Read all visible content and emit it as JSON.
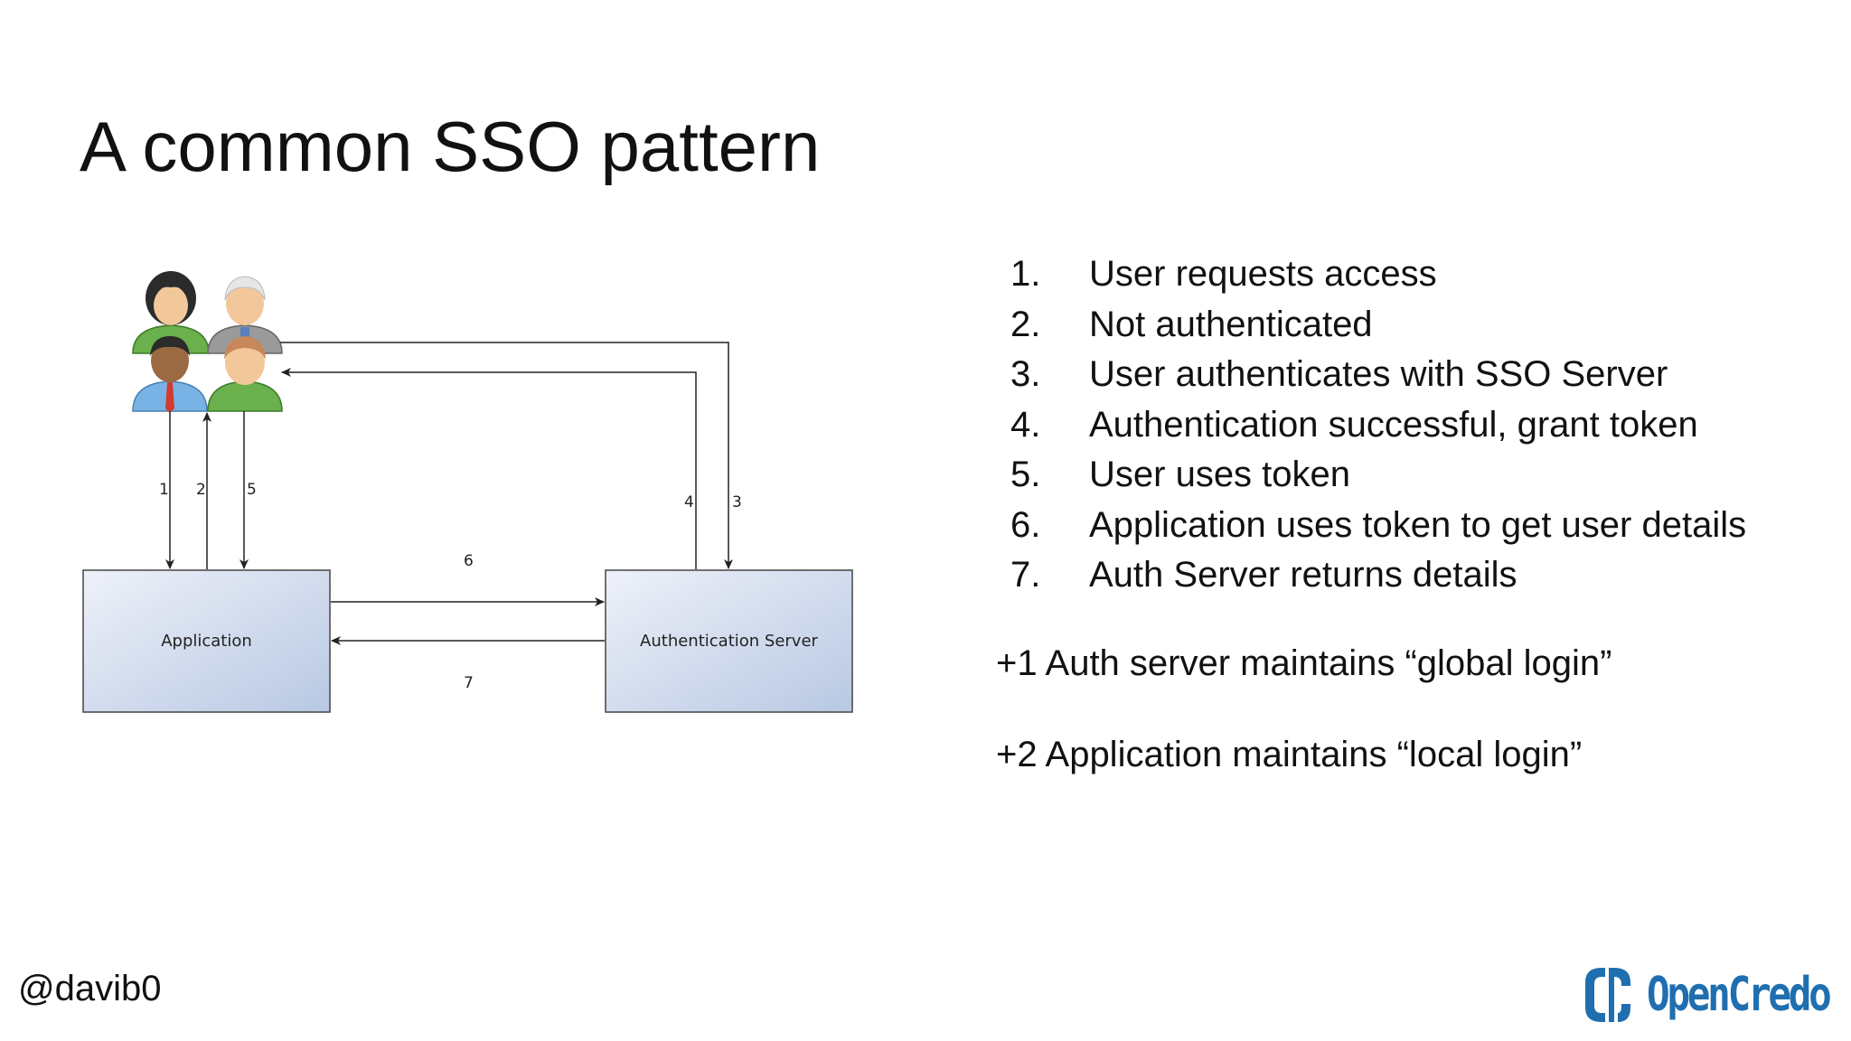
{
  "slide": {
    "title": "A common SSO pattern",
    "handle": "@davib0"
  },
  "colors": {
    "text": "#111111",
    "box_fill_start": "#eef1f9",
    "box_fill_end": "#b8c8e3",
    "box_stroke": "#444444",
    "logo": "#1f6fb0"
  },
  "diagram": {
    "icons": [
      "woman-user-icon",
      "elderly-user-icon",
      "man-user-icon",
      "young-user-icon"
    ],
    "nodes": {
      "application": "Application",
      "auth_server": "Authentication Server"
    },
    "arrow_labels": {
      "a1": "1",
      "a2": "2",
      "a5": "5",
      "a4": "4",
      "a3": "3",
      "a6": "6",
      "a7": "7"
    }
  },
  "steps": [
    {
      "num": "1.",
      "text": "User requests access"
    },
    {
      "num": "2.",
      "text": "Not authenticated"
    },
    {
      "num": "3.",
      "text": "User authenticates with SSO Server"
    },
    {
      "num": "4.",
      "text": "Authentication successful, grant token"
    },
    {
      "num": "5.",
      "text": "User uses token"
    },
    {
      "num": "6.",
      "text": "Application uses token to get user details"
    },
    {
      "num": "7.",
      "text": "Auth Server returns details"
    }
  ],
  "notes": {
    "global": "+1 Auth server maintains “global login”",
    "local": "+2 Application maintains “local login”"
  },
  "logo": {
    "icon": "opencredo-logo-icon",
    "text": "OpenCredo"
  }
}
